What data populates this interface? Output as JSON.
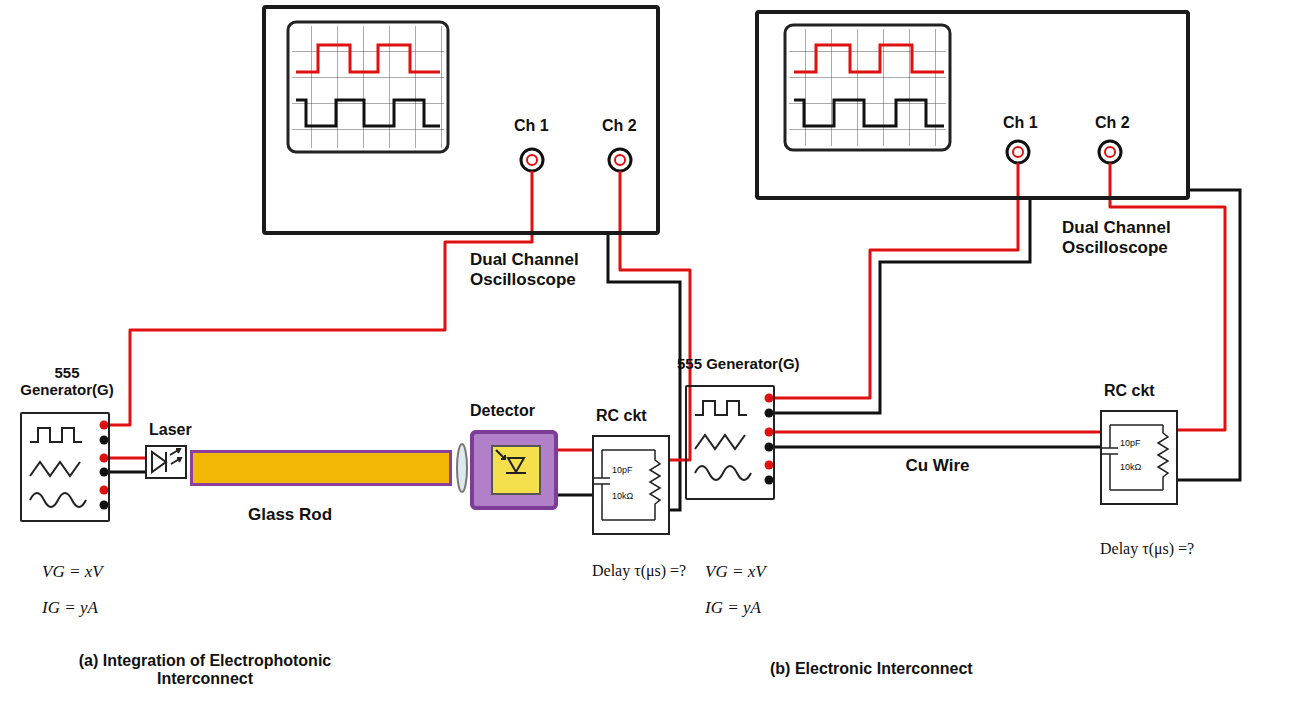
{
  "diagram": {
    "nodes": [
      {
        "text": [
          "Ch 1",
          "Ch 2"
        ]
      },
      {
        "text": [
          "555 Generator(G)"
        ]
      },
      {
        "text": [
          "Laser"
        ]
      },
      {
        "text": [
          "Glass Rod"
        ]
      },
      {
        "text": [
          "Detector"
        ]
      },
      {
        "text": [
          "RC ckt",
          "10pF",
          "10kΩ"
        ]
      },
      {
        "text": [
          "Ch 1",
          "Ch 2"
        ]
      },
      {
        "text": [
          "555 Generator(G)"
        ]
      },
      {
        "text": [
          "RC ckt",
          "10pF",
          "10kΩ"
        ]
      }
    ],
    "edges": [
      {
        "from": 1,
        "to": 2,
        "arrow": "none"
      },
      {
        "from": 1,
        "to": 0,
        "arrow": "none"
      },
      {
        "from": 4,
        "to": 5,
        "arrow": "none"
      },
      {
        "from": 5,
        "to": 0,
        "arrow": "none"
      },
      {
        "from": 7,
        "to": 8,
        "label": "Cu Wire",
        "arrow": "none"
      },
      {
        "from": 7,
        "to": 6,
        "arrow": "none"
      },
      {
        "from": 8,
        "to": 6,
        "arrow": "none"
      }
    ],
    "labels": [
      "Dual Channel Oscilloscope",
      "VG = xV",
      "IG = yA",
      "Delay τ(μs) =?",
      "(a) Integration of Electrophotonic Interconnect",
      "Dual Channel Oscilloscope",
      "VG = xV",
      "IG = yA",
      "Delay τ(μs) =?",
      "(b) Electronic Interconnect"
    ]
  }
}
